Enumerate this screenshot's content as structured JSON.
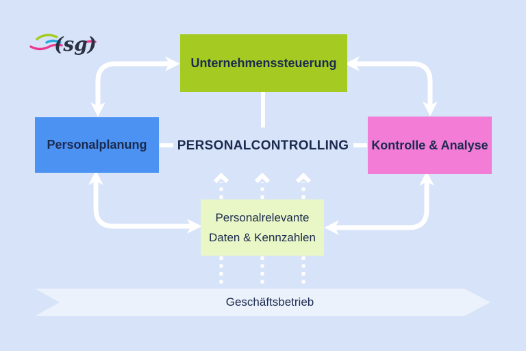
{
  "logo": {
    "text": "(sg)",
    "color": "#2a3142",
    "accent_green": "#a4cb1d",
    "accent_blue": "#29a8e0",
    "accent_pink": "#ea3a8e"
  },
  "boxes": {
    "top": {
      "label": "Unternehmenssteuerung",
      "color": "#a5cb23"
    },
    "left": {
      "label": "Personalplanung",
      "color": "#4b92f2"
    },
    "right": {
      "label": "Kontrolle & Analyse",
      "color": "#f27cd6"
    },
    "data": {
      "label": "Personalrelevante\nDaten & Kennzahlen",
      "color": "#e9f6c5"
    }
  },
  "center": {
    "label": "PERSONALCONTROLLING"
  },
  "banner": {
    "label": "Geschäftsbetrieb",
    "color": "#ebf2fc"
  },
  "theme": {
    "background": "#d7e3f9",
    "text": "#1b2a4e",
    "arrows": "#ffffff"
  }
}
